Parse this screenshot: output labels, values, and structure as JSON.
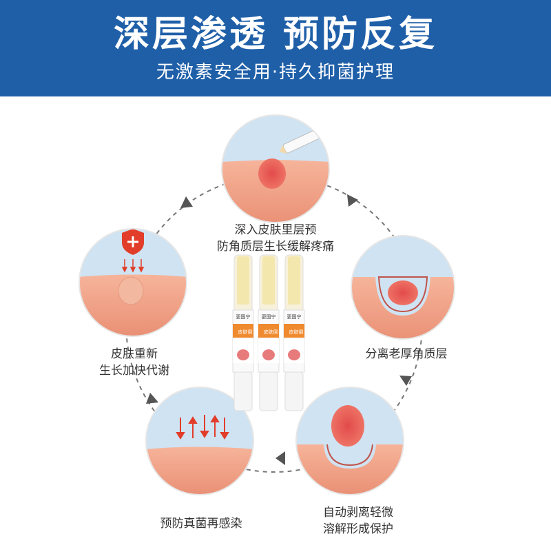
{
  "header": {
    "title": "深层渗透 预防反复",
    "subtitle": "无激素安全用·持久抑菌护理"
  },
  "steps": [
    {
      "line1": "深入皮肤里层预",
      "line2": "防角质层生长缓解疼痛"
    },
    {
      "line1": "分离老厚角质层",
      "line2": ""
    },
    {
      "line1": "自动剥离轻微",
      "line2": "溶解形成保护"
    },
    {
      "line1": "预防真菌再感染",
      "line2": ""
    },
    {
      "line1": "皮肤重新",
      "line2": "生长加快代谢"
    }
  ],
  "product": {
    "brand": "更国宁",
    "name": "皮肤倒"
  },
  "colors": {
    "header_bg": "#1f5fa8",
    "skin": "#f2a98e",
    "sky": "#cfe3f2",
    "lesion": "#e0605e",
    "accent": "#e23d2a"
  }
}
